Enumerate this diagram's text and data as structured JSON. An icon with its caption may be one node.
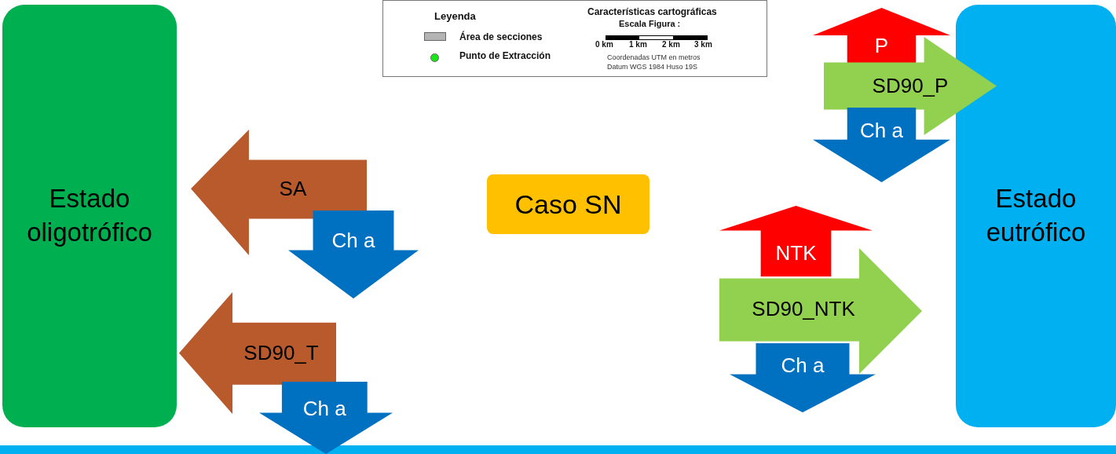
{
  "diagram": {
    "nodes": [
      {
        "text": [
          "Estado oligotrófico"
        ]
      },
      {
        "text": [
          "Caso SN"
        ]
      },
      {
        "text": [
          "Estado eutrófico"
        ]
      },
      {
        "text": [
          "SA"
        ]
      },
      {
        "text": [
          "Ch a"
        ]
      },
      {
        "text": [
          "SD90_T"
        ]
      },
      {
        "text": [
          "Ch a"
        ]
      },
      {
        "text": [
          "P"
        ]
      },
      {
        "text": [
          "SD90_P"
        ]
      },
      {
        "text": [
          "Ch a"
        ]
      },
      {
        "text": [
          "NTK"
        ]
      },
      {
        "text": [
          "SD90_NTK"
        ]
      },
      {
        "text": [
          "Ch a"
        ]
      }
    ],
    "labels": [
      "Leyenda",
      "Características cartográficas",
      "Escala Figura :",
      "0 km",
      "1 km",
      "2 km",
      "3 km",
      "Coordenadas UTM en metros",
      "Datum WGS 1984 Huso 19S"
    ],
    "legend": [
      {
        "text": "Área de secciones",
        "color": "#b4b4b4"
      },
      {
        "text": "Punto de Extracción",
        "color": "#19e619"
      }
    ]
  }
}
